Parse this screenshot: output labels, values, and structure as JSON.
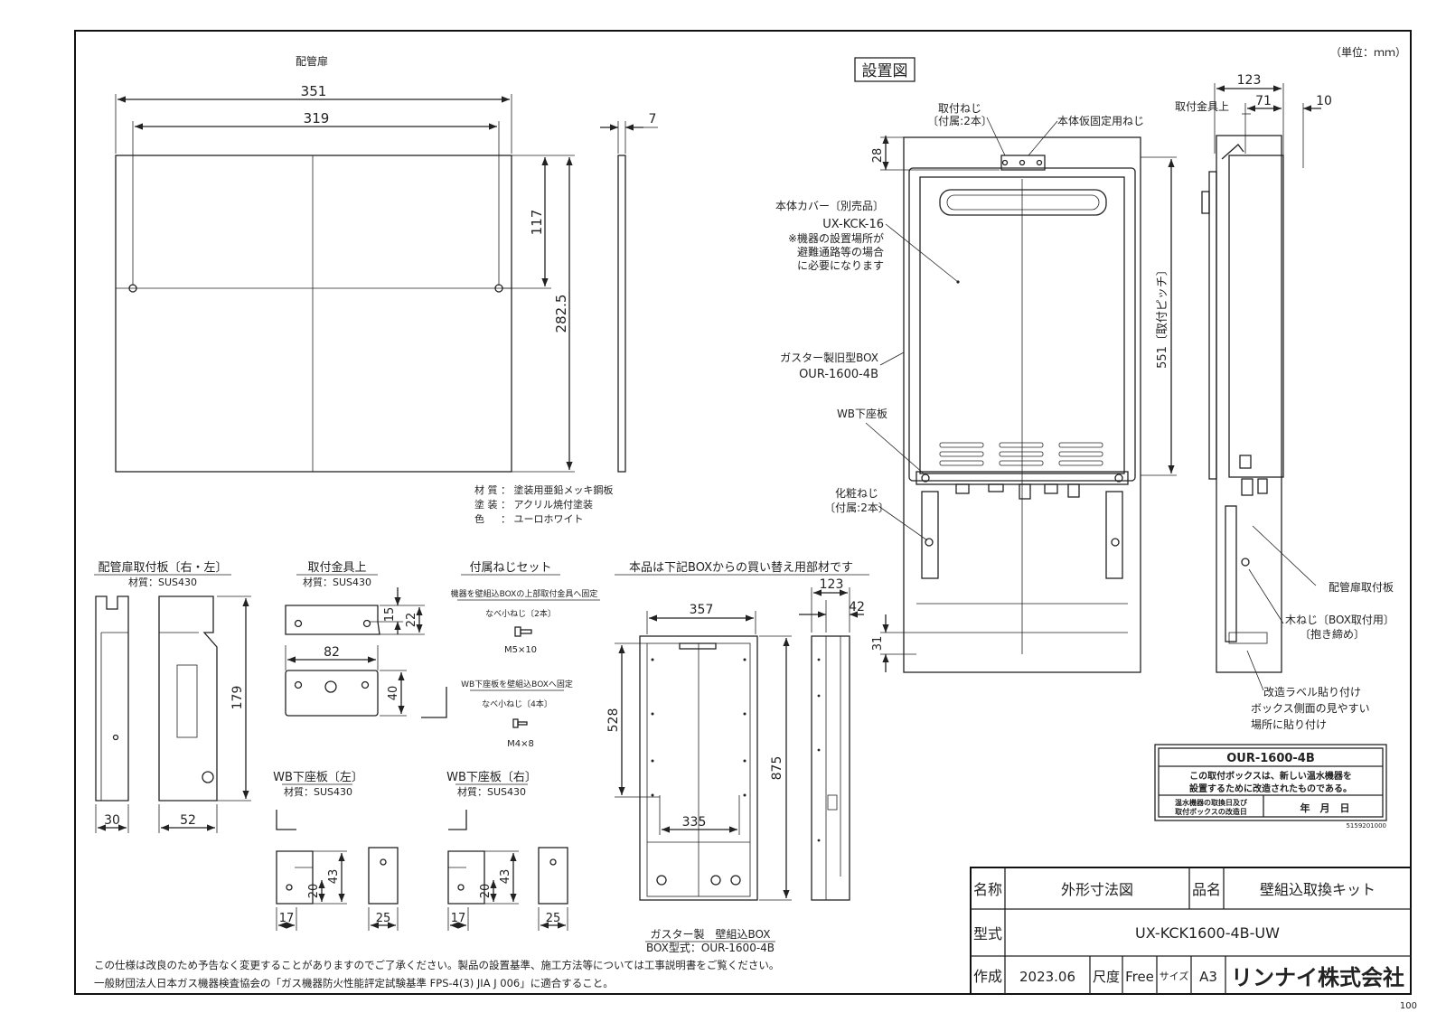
{
  "unit_note": "（単位：ｍｍ）",
  "page_number": "100",
  "door": {
    "title": "配管扉",
    "dim_351": "351",
    "dim_319": "319",
    "dim_117": "117",
    "dim_2825": "282.5",
    "dim_7": "7",
    "material": [
      "材 質 ： 塗装用亜鉛メッキ鋼板",
      "塗 装 ： アクリル焼付塗装",
      "色 　 ： ユーロホワイト"
    ]
  },
  "install": {
    "title": "設置図",
    "screw_label": "取付ねじ",
    "screw_count": "〔付属:2本〕",
    "temp_screw": "本体仮固定用ねじ",
    "bracket_top": "取付金具上",
    "dim_28": "28",
    "cover_label": "本体カバー〔別売品〕",
    "cover_model": "UX-KCK-16",
    "cover_note": [
      "※機器の設置場所が",
      "避難通路等の場合",
      "に必要になります"
    ],
    "old_box_label": "ガスター製旧型BOX",
    "old_box_model": "OUR-1600-4B",
    "wb_plate": "WB下座板",
    "cosmetic_screw": "化粧ねじ",
    "cosmetic_count": "〔付属:2本〕",
    "dim_551": "551〔取付ピッチ〕",
    "dim_31": "31"
  },
  "side": {
    "dim_123": "123",
    "dim_71": "71",
    "dim_10": "10",
    "door_plate": "配管扉取付板",
    "wood_screw": "木ねじ〔BOX取付用〕",
    "wood_screw_note": "〔抱き締め〕",
    "label_title": "改造ラベル貼り付け",
    "label_note1": "ボックス側面の見やすい",
    "label_note2": "場所に貼り付け"
  },
  "label": {
    "model": "OUR-1600-4B",
    "line1": "この取付ボックスは、新しい温水機器を",
    "line2": "設置するために改造されたものである。",
    "row_a": "温水機器の取換日及び",
    "row_b": "取付ボックスの改造日",
    "date": "年　月　日",
    "code": "5159201000"
  },
  "plates": {
    "title": "配管扉取付板〔右・左〕",
    "material": "材質：SUS430",
    "dim_179": "179",
    "dim_30": "30",
    "dim_52": "52"
  },
  "bracket": {
    "title": "取付金具上",
    "material": "材質：SUS430",
    "dim_15": "15",
    "dim_22": "22",
    "dim_82": "82",
    "dim_40": "40"
  },
  "screws": {
    "title": "付属ねじセット",
    "note1": "機器を壁組込BOXの上部取付金具へ固定",
    "pan1": "なべ小ねじ〔2本〕",
    "size1": "M5×10",
    "note2": "WB下座板を壁組込BOXへ固定",
    "pan2": "なべ小ねじ〔4本〕",
    "size2": "M4×8"
  },
  "wb_left": {
    "title": "WB下座板〔左〕",
    "material": "材質：SUS430",
    "dim_43": "43",
    "dim_20": "20",
    "dim_17": "17",
    "dim_25": "25"
  },
  "wb_right": {
    "title": "WB下座板〔右〕",
    "material": "材質：SUS430",
    "dim_43": "43",
    "dim_20": "20",
    "dim_17": "17",
    "dim_25": "25"
  },
  "box": {
    "title": "本品は下記BOXからの買い替え用部材です",
    "dim_357": "357",
    "dim_123": "123",
    "dim_42": "42",
    "dim_528": "528",
    "dim_875": "875",
    "dim_335": "335",
    "caption1": "ガスター製　壁組込BOX",
    "caption2": "BOX型式：OUR-1600-4B"
  },
  "footer": {
    "note1": "この仕様は改良のため予告なく変更することがありますのでご了承ください。製品の設置基準、施工方法等については工事説明書をご覧ください。",
    "note2": "一般財団法人日本ガス機器検査協会の「ガス機器防火性能評定試験基準 FPS-4(3) JIA J 006」に適合すること。"
  },
  "titleblock": {
    "name_label": "名称",
    "name_value": "外形寸法図",
    "product_label": "品名",
    "product_value": "壁組込取換キット",
    "model_label": "型式",
    "model_value": "UX-KCK1600-4B-UW",
    "made_label": "作成",
    "made_value": "2023.06",
    "scale_label": "尺度",
    "scale_value": "Free",
    "size_label": "サイズ",
    "size_value": "A3",
    "company": "リンナイ株式会社"
  }
}
